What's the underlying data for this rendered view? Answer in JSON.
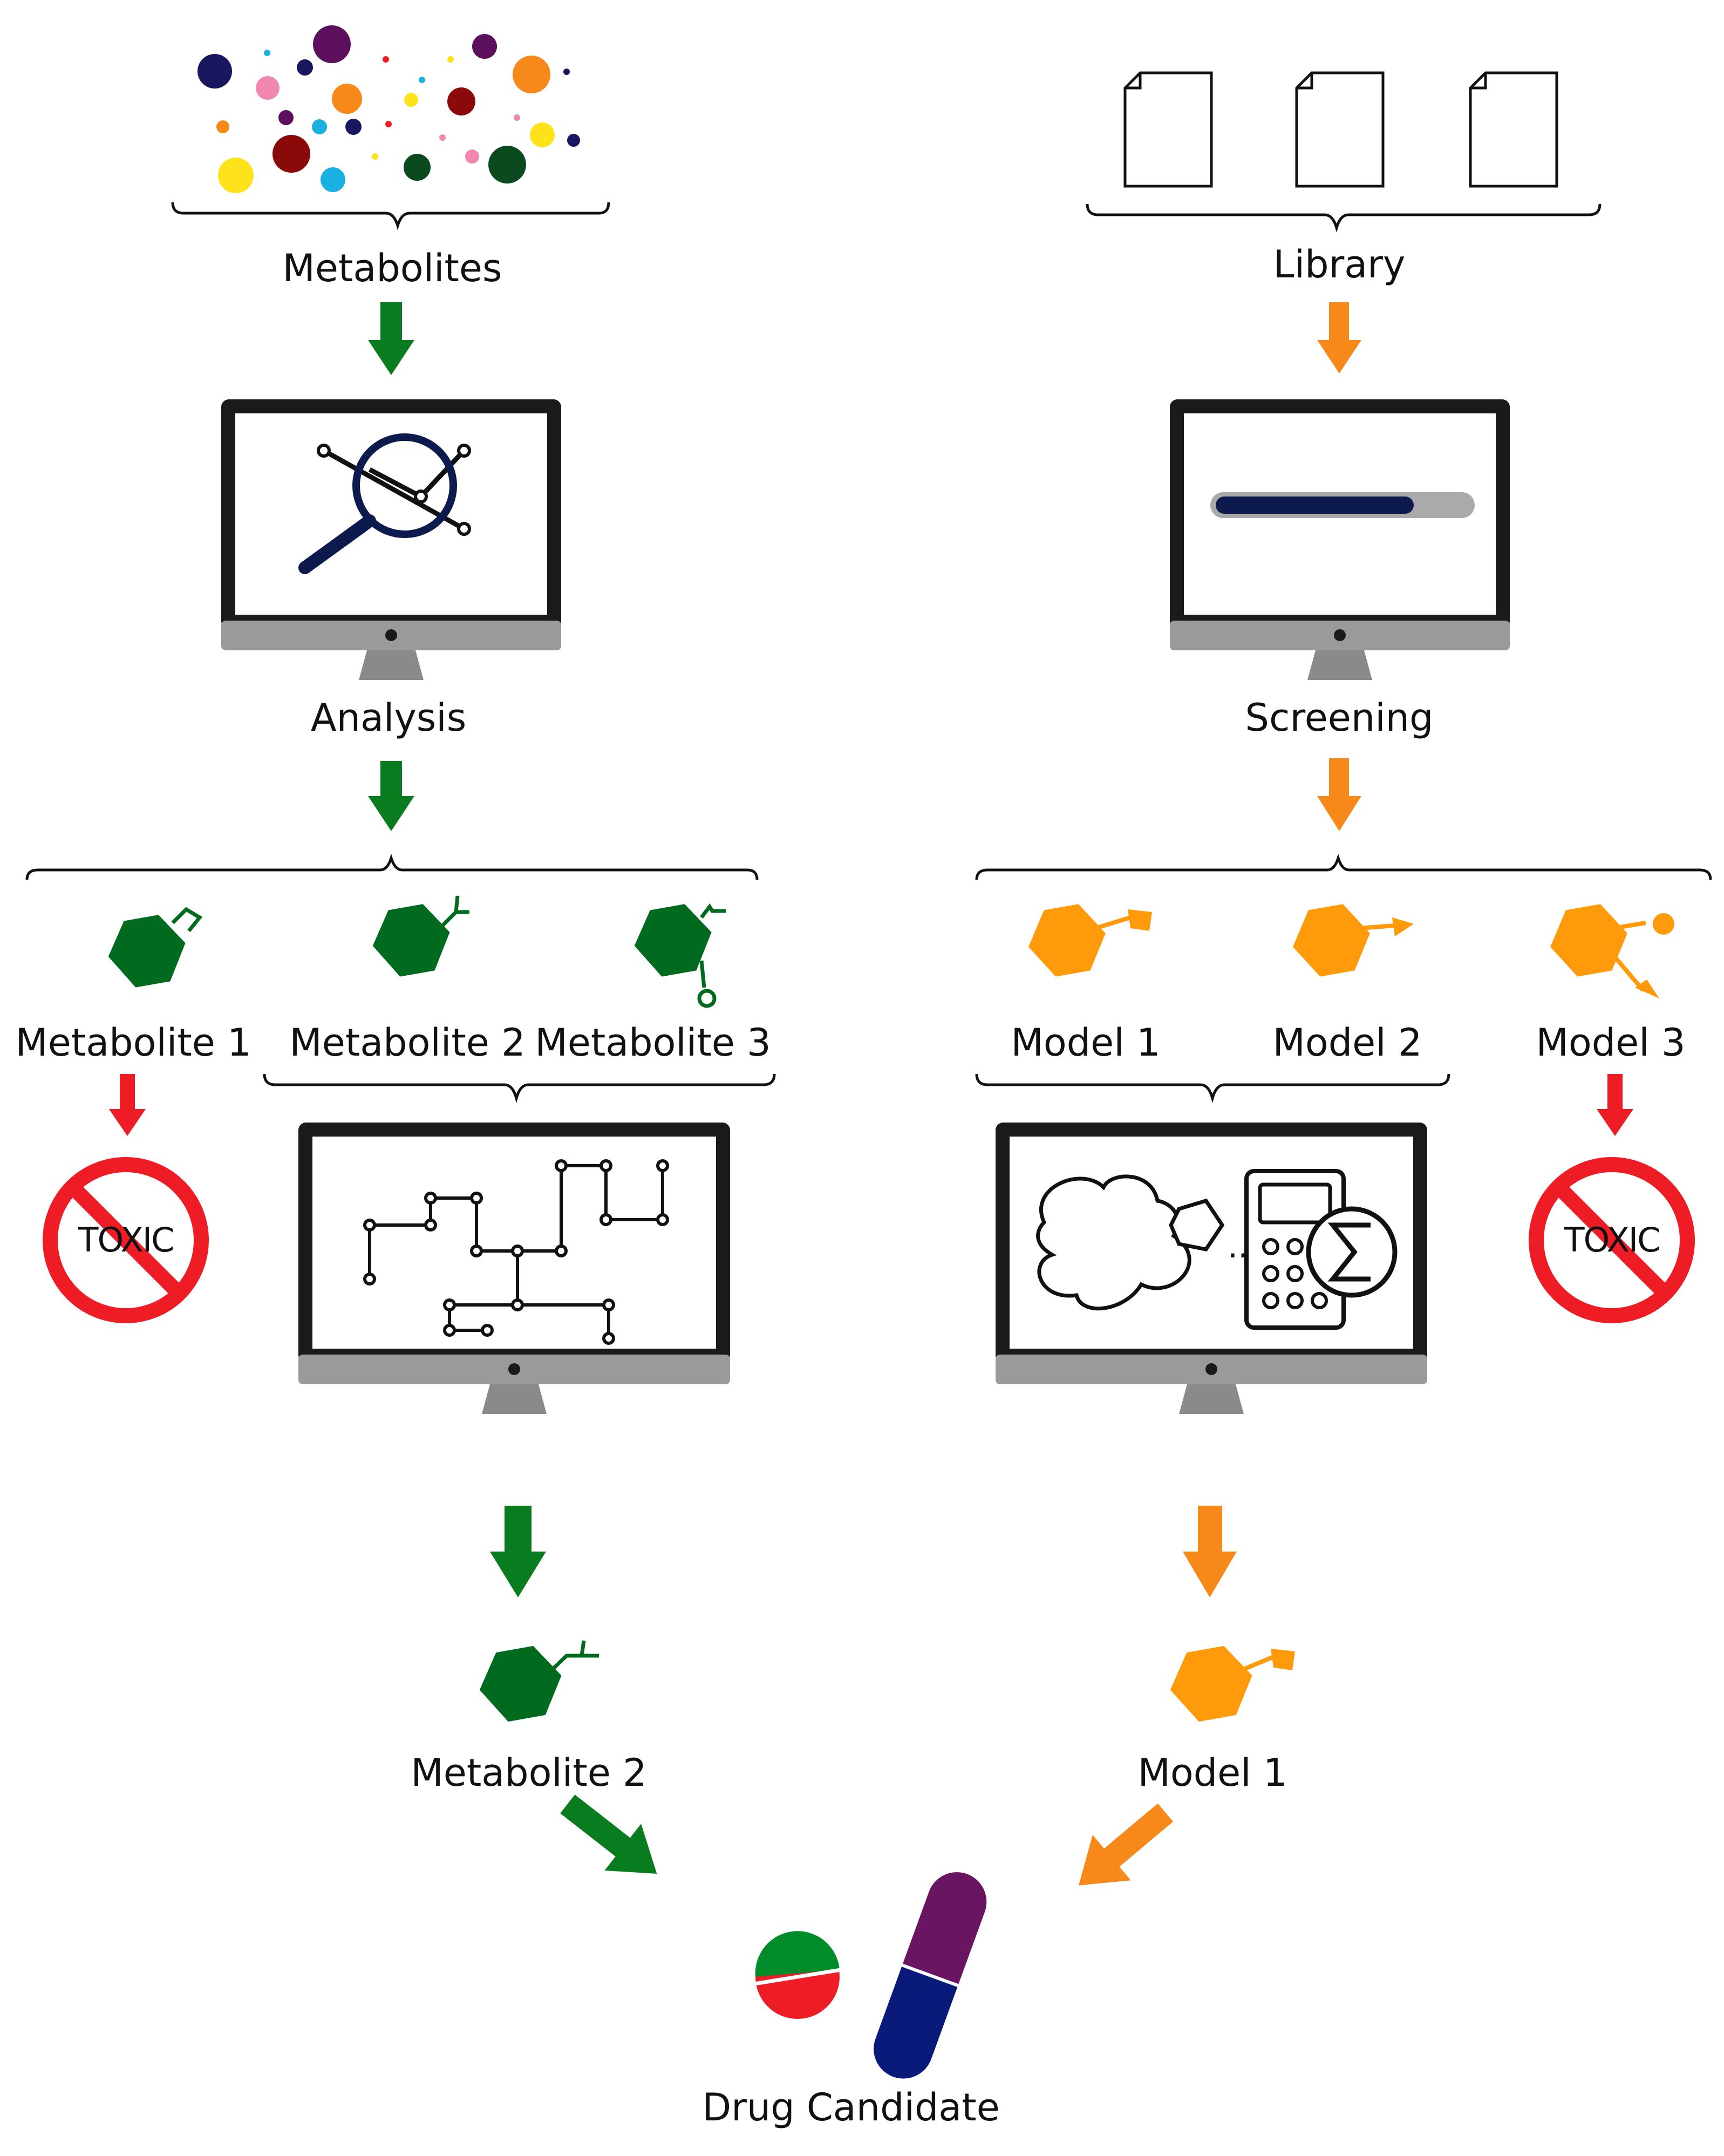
{
  "colors": {
    "metabolite_green": "#006b1e",
    "arrow_green": "#0a7c20",
    "model_orange": "#ff9a0a",
    "arrow_orange": "#f7891a",
    "toxic_red": "#ee1c24",
    "monitor_frame": "#1a1a1a",
    "monitor_stand": "#9a9a9a",
    "pill_green": "#008c2a",
    "pill_red": "#ee1c24",
    "capsule_purple": "#6a1562",
    "capsule_navy": "#0a1a7a",
    "progress_fill": "#0c1a4e",
    "progress_track": "#aaaaaa",
    "magnifier": "#0c1a4e"
  },
  "icons": {
    "metabolites_cluster": "colored-dots-icon",
    "library_docs": "document-icon",
    "analysis_screen": "magnifier-network-icon",
    "screening_screen": "progress-bar-icon",
    "pathway_screen": "pathway-network-icon",
    "modeling_screen": "protein-calculator-icon",
    "toxic": "prohibited-sign-icon",
    "drug": "pill-capsule-icon"
  },
  "left": {
    "source_label": "Metabolites",
    "step_label": "Analysis",
    "candidates": [
      "Metabolite 1",
      "Metabolite 2",
      "Metabolite 3"
    ],
    "toxic_label": "TOXIC",
    "selected_label": "Metabolite 2"
  },
  "right": {
    "source_label": "Library",
    "step_label": "Screening",
    "candidates": [
      "Model 1",
      "Model 2",
      "Model 3"
    ],
    "toxic_label": "TOXIC",
    "selected_label": "Model 1",
    "screening_progress": 0.78,
    "modeling_ellipsis": "..."
  },
  "result_label": "Drug Candidate"
}
